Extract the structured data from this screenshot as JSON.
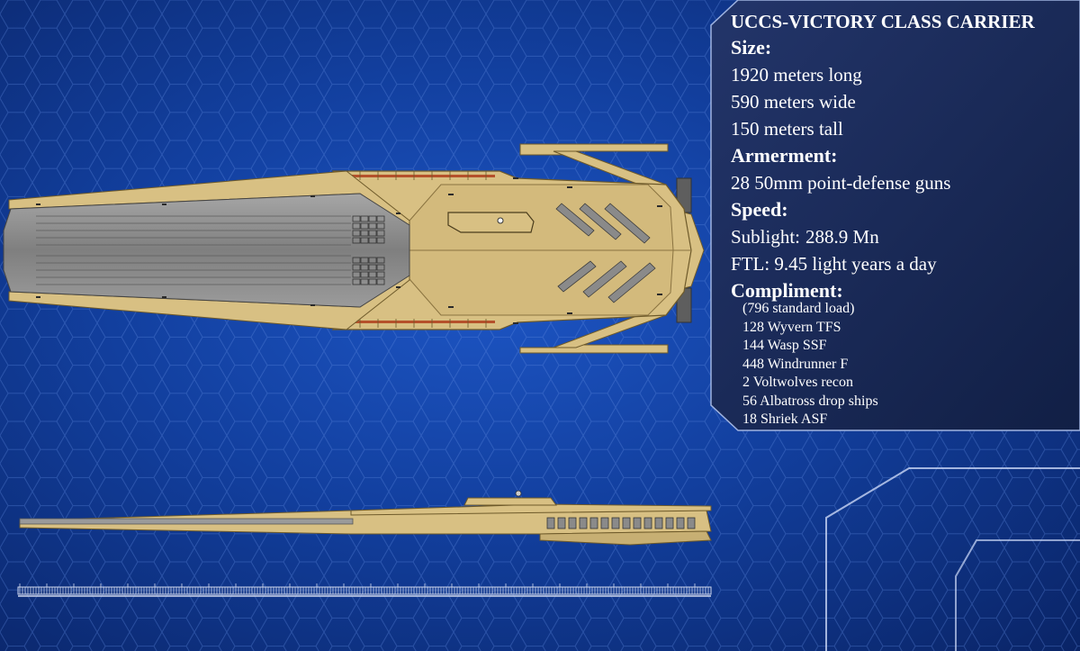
{
  "title": "UCCS-VICTORY CLASS CARRIER",
  "size": {
    "heading": "Size:",
    "lines": [
      "1920 meters long",
      "590 meters wide",
      "150 meters tall"
    ]
  },
  "armament": {
    "heading": "Armerment:",
    "lines": [
      "28 50mm point-defense guns"
    ]
  },
  "speed": {
    "heading": "Speed:",
    "sublight_label": "Sublight:",
    "sublight_value": "288.9 Mn",
    "ftl": "FTL: 9.45 light years a day"
  },
  "compliment": {
    "heading": "Compliment:",
    "lines": [
      "(796 standard load)",
      "128 Wyvern TFS",
      "144 Wasp SSF",
      "448 Windrunner F",
      "2 Voltwolves recon",
      "56 Albatross drop ships",
      "18 Shriek ASF"
    ]
  },
  "colors": {
    "hull": "#d8c083",
    "hull_dark": "#b9a064",
    "bay": "#8d8d8d",
    "panel": "#1a2c57",
    "background": "#1545b0"
  }
}
